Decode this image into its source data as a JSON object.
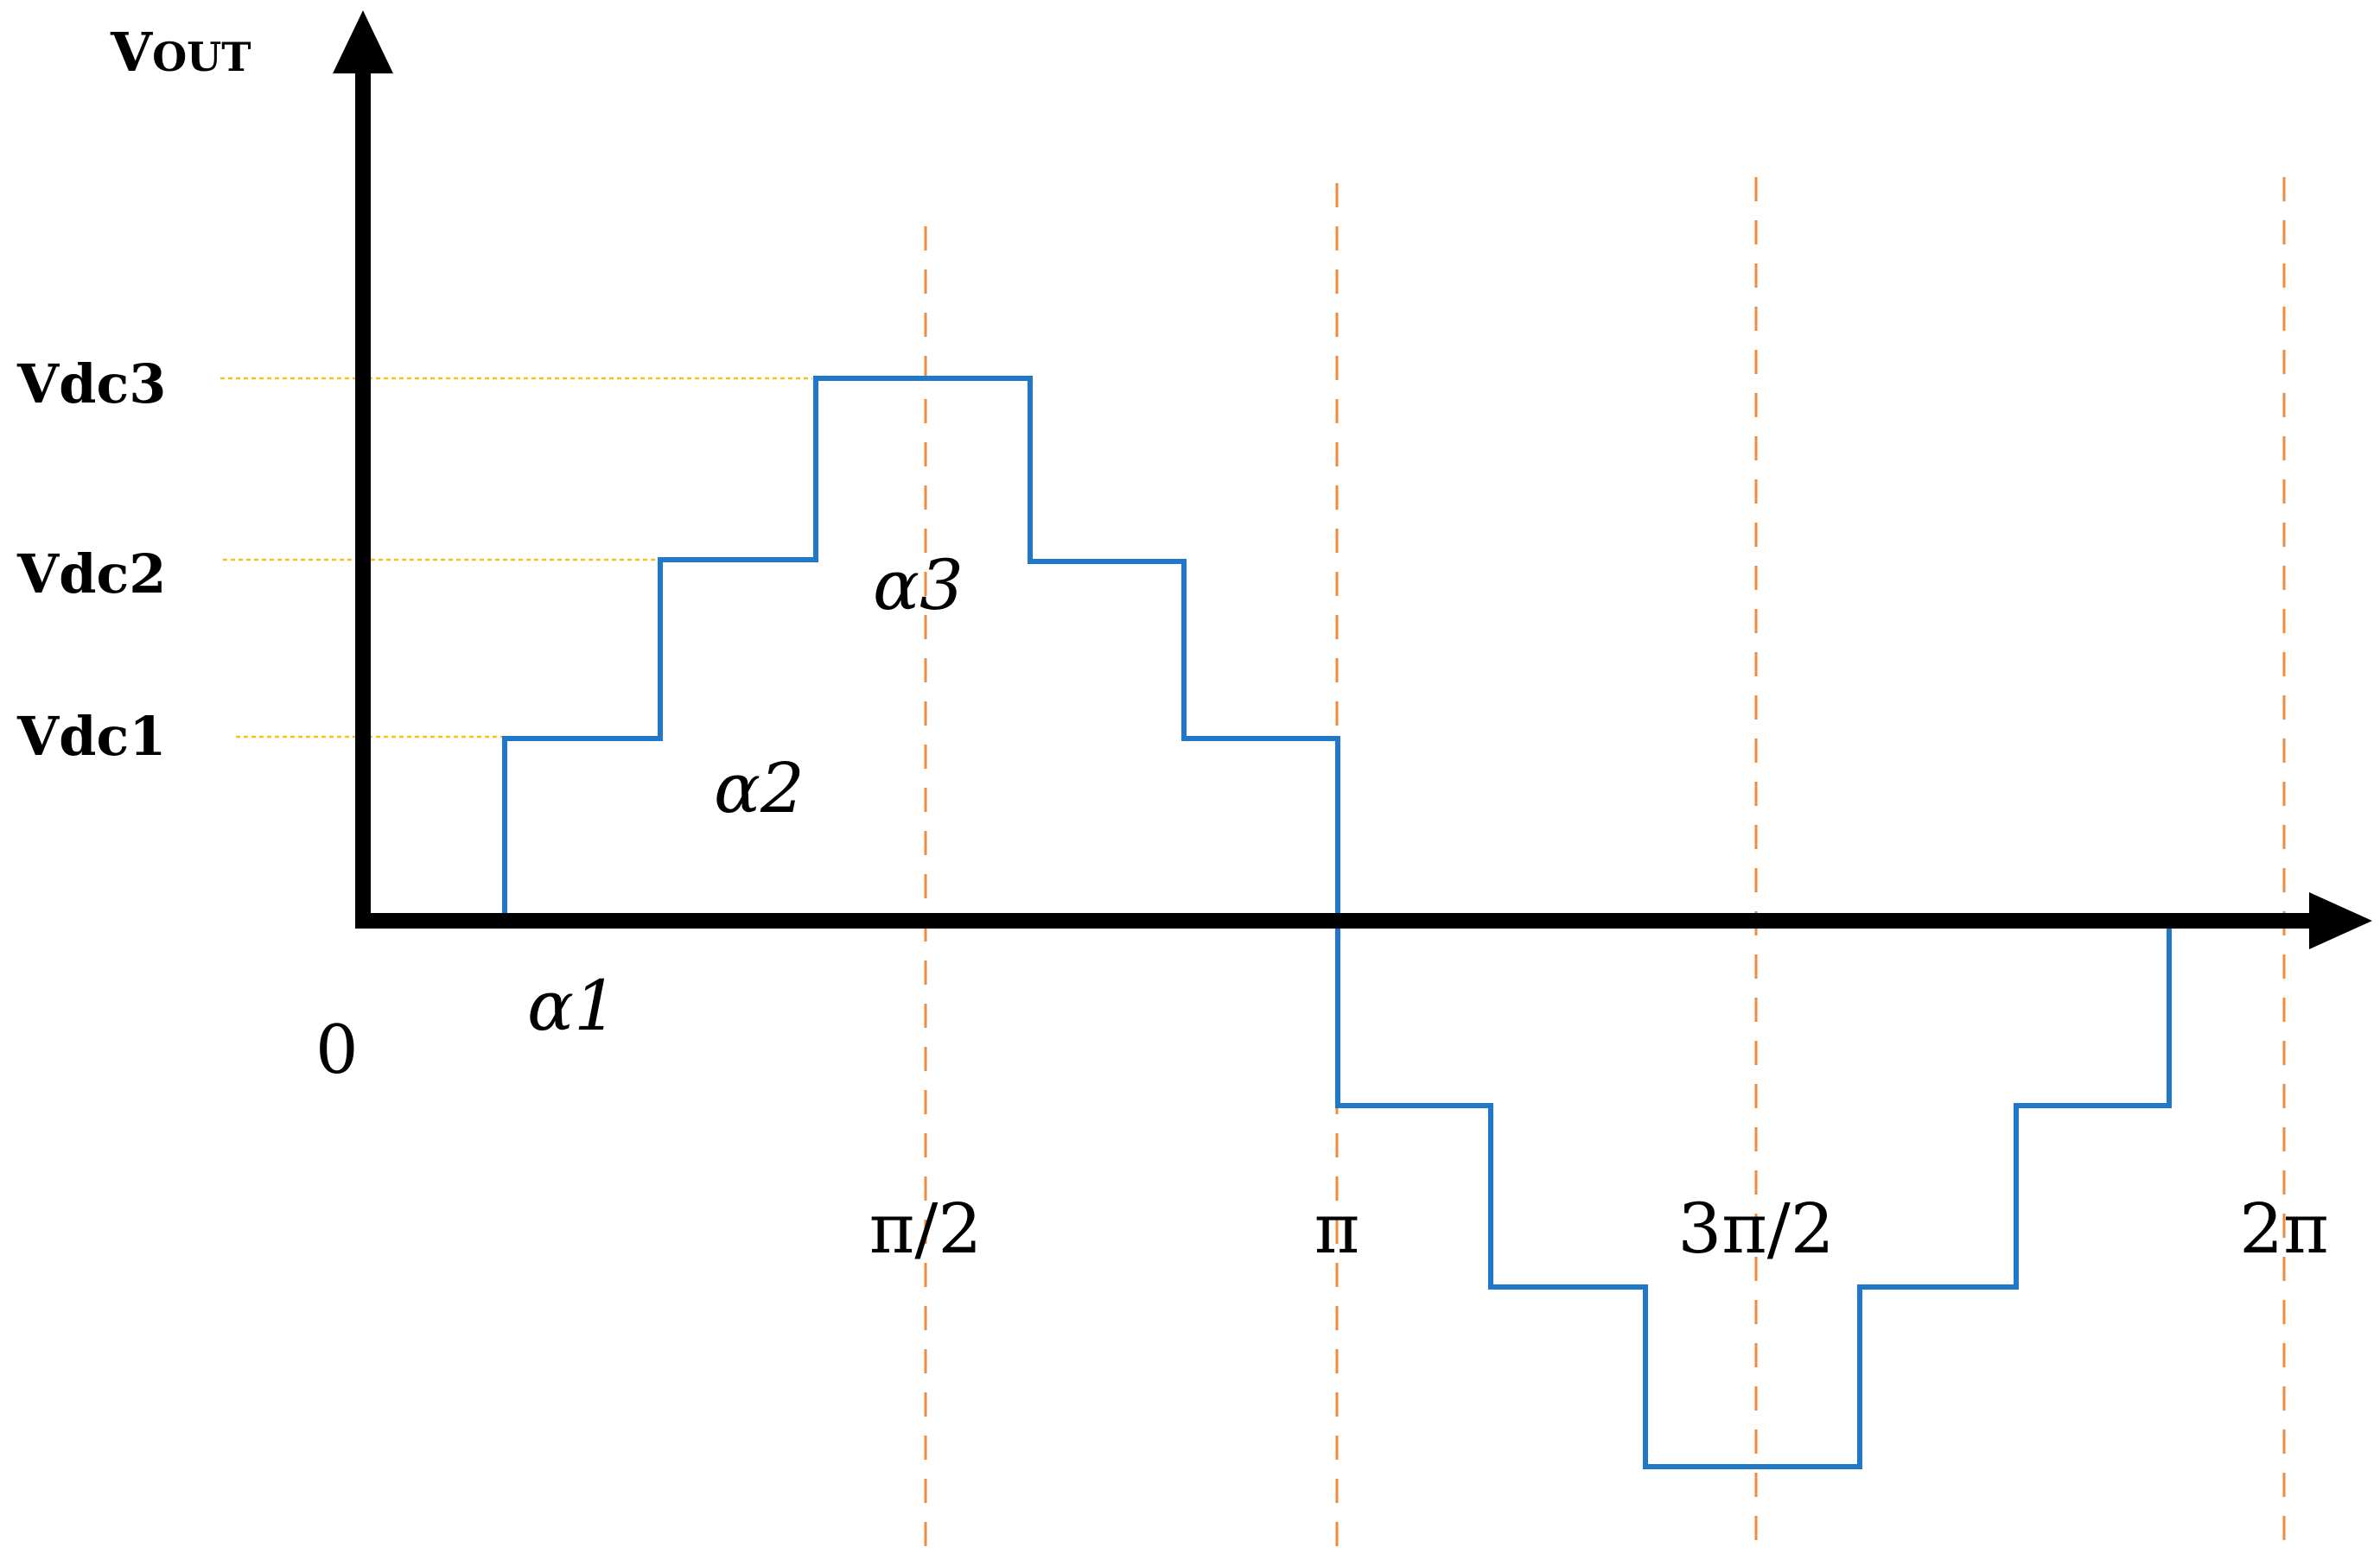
{
  "colors": {
    "axis": "#000000",
    "waveform": "#1f78c8",
    "half_period_guides": "#f08a3c",
    "level_guides": "#f3c319"
  },
  "y_axis": {
    "label_main": "V",
    "label_sub": "OUT"
  },
  "origin_label": "0",
  "levels": [
    {
      "label": "Vdc1",
      "value": 1
    },
    {
      "label": "Vdc2",
      "value": 2
    },
    {
      "label": "Vdc3",
      "value": 3
    }
  ],
  "angles": [
    {
      "label": "α1"
    },
    {
      "label": "α2"
    },
    {
      "label": "α3"
    }
  ],
  "x_ticks": [
    {
      "label": "π/2"
    },
    {
      "label": "π"
    },
    {
      "label": "3π/2"
    },
    {
      "label": "2π"
    }
  ]
}
